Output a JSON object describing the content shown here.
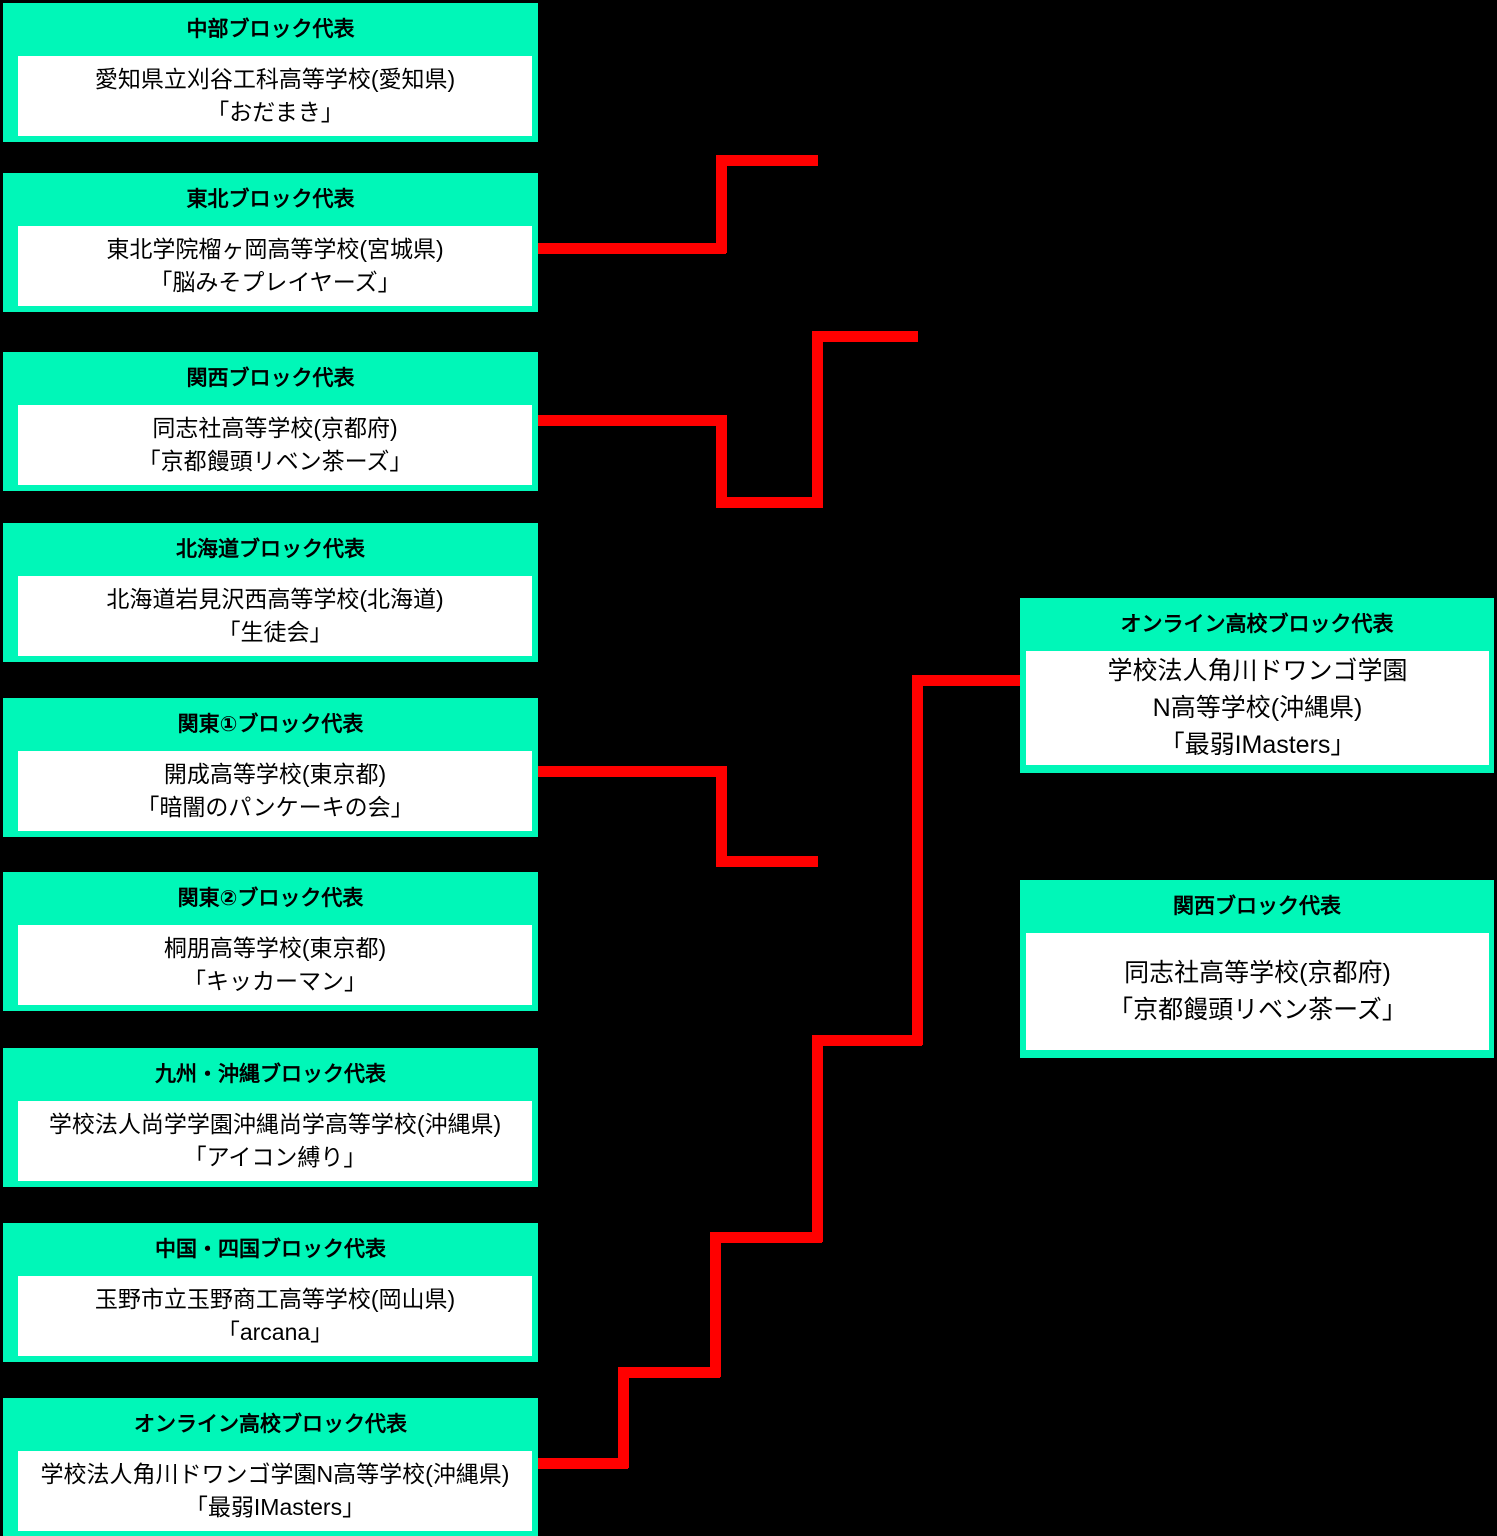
{
  "colors": {
    "background": "#000000",
    "header_green": "#00f7b8",
    "box_white": "#ffffff",
    "winner_line_red": "#ff0000",
    "text": "#000000"
  },
  "left_column": [
    {
      "block": "中部ブロック代表",
      "school": "愛知県立刈谷工科高等学校(愛知県)",
      "team": "「おだまき」"
    },
    {
      "block": "東北ブロック代表",
      "school": "東北学院榴ヶ岡高等学校(宮城県)",
      "team": "「脳みそプレイヤーズ」"
    },
    {
      "block": "関西ブロック代表",
      "school": "同志社高等学校(京都府)",
      "team": "「京都饅頭リベン茶ーズ」"
    },
    {
      "block": "北海道ブロック代表",
      "school": "北海道岩見沢西高等学校(北海道)",
      "team": "「生徒会」"
    },
    {
      "block": "関東①ブロック代表",
      "school": "開成高等学校(東京都)",
      "team": "「暗闇のパンケーキの会」"
    },
    {
      "block": "関東②ブロック代表",
      "school": "桐朋高等学校(東京都)",
      "team": "「キッカーマン」"
    },
    {
      "block": "九州・沖縄ブロック代表",
      "school": "学校法人尚学学園沖縄尚学高等学校(沖縄県)",
      "team": "「アイコン縛り」"
    },
    {
      "block": "中国・四国ブロック代表",
      "school": "玉野市立玉野商工高等学校(岡山県)",
      "team": "「arcana」"
    },
    {
      "block": "オンライン高校ブロック代表",
      "school": "学校法人角川ドワンゴ学園N高等学校(沖縄県)",
      "team": "「最弱IMasters」"
    }
  ],
  "right_column": [
    {
      "block": "オンライン高校ブロック代表",
      "lines": [
        "学校法人角川ドワンゴ学園",
        "N高等学校(沖縄県)",
        "「最弱IMasters」"
      ]
    },
    {
      "block": "関西ブロック代表",
      "lines": [
        "同志社高等学校(京都府)",
        "「京都饅頭リベン茶ーズ」"
      ]
    }
  ]
}
